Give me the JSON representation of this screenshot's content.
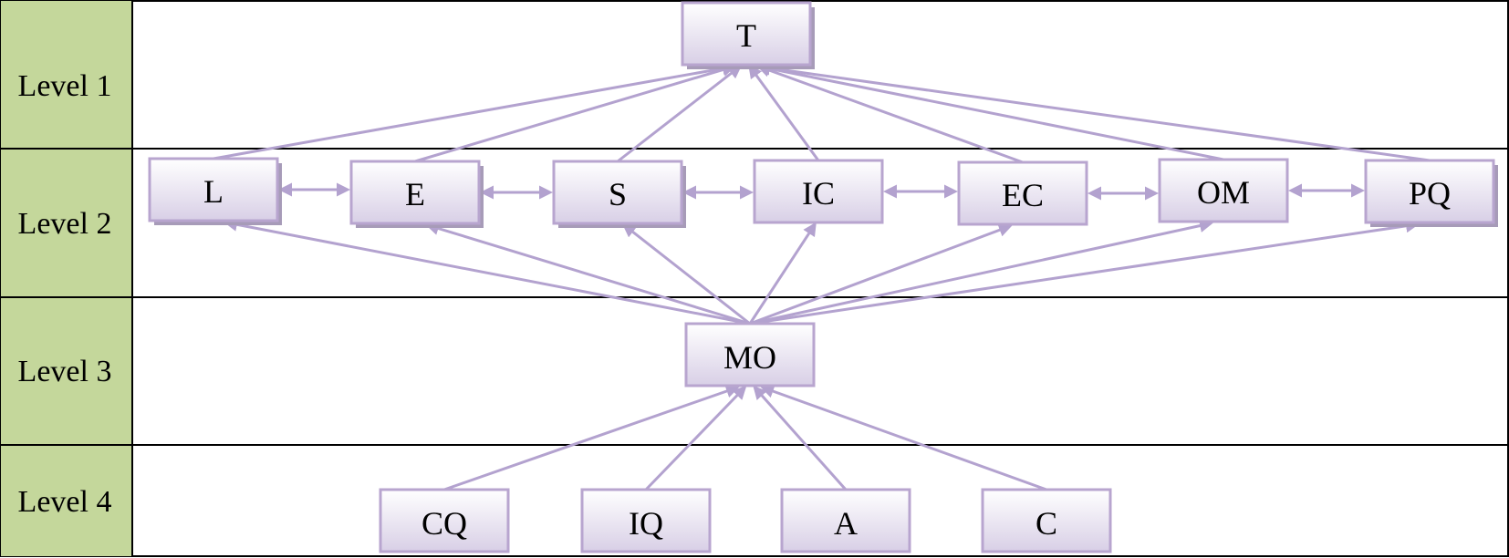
{
  "levels": [
    {
      "id": "level1",
      "label": "Level 1"
    },
    {
      "id": "level2",
      "label": "Level 2"
    },
    {
      "id": "level3",
      "label": "Level 3"
    },
    {
      "id": "level4",
      "label": "Level 4"
    }
  ],
  "nodes": {
    "T": "T",
    "L": "L",
    "E": "E",
    "S": "S",
    "IC": "IC",
    "EC": "EC",
    "OM": "OM",
    "PQ": "PQ",
    "MO": "MO",
    "CQ": "CQ",
    "IQ": "IQ",
    "A": "A",
    "C": "C"
  },
  "edges": [
    {
      "from": "L",
      "to": "T",
      "type": "arrow"
    },
    {
      "from": "E",
      "to": "T",
      "type": "arrow"
    },
    {
      "from": "S",
      "to": "T",
      "type": "arrow"
    },
    {
      "from": "IC",
      "to": "T",
      "type": "arrow"
    },
    {
      "from": "EC",
      "to": "T",
      "type": "arrow"
    },
    {
      "from": "OM",
      "to": "T",
      "type": "arrow"
    },
    {
      "from": "PQ",
      "to": "T",
      "type": "arrow"
    },
    {
      "from": "L",
      "to": "E",
      "type": "double"
    },
    {
      "from": "E",
      "to": "S",
      "type": "double"
    },
    {
      "from": "S",
      "to": "IC",
      "type": "double"
    },
    {
      "from": "IC",
      "to": "EC",
      "type": "double"
    },
    {
      "from": "EC",
      "to": "OM",
      "type": "double"
    },
    {
      "from": "OM",
      "to": "PQ",
      "type": "double"
    },
    {
      "from": "MO",
      "to": "L",
      "type": "arrow"
    },
    {
      "from": "MO",
      "to": "E",
      "type": "arrow"
    },
    {
      "from": "MO",
      "to": "S",
      "type": "arrow"
    },
    {
      "from": "MO",
      "to": "IC",
      "type": "arrow"
    },
    {
      "from": "MO",
      "to": "EC",
      "type": "arrow"
    },
    {
      "from": "MO",
      "to": "OM",
      "type": "arrow"
    },
    {
      "from": "MO",
      "to": "PQ",
      "type": "arrow"
    },
    {
      "from": "CQ",
      "to": "MO",
      "type": "arrow"
    },
    {
      "from": "IQ",
      "to": "MO",
      "type": "arrow"
    },
    {
      "from": "A",
      "to": "MO",
      "type": "arrow"
    },
    {
      "from": "C",
      "to": "MO",
      "type": "arrow"
    }
  ],
  "colors": {
    "level_band": "#c4d79b",
    "node_border": "#b8a5cf",
    "node_fill_top": "#ffffff",
    "node_fill_bottom": "#d8cfe6",
    "node_shadow": "#a79bb8",
    "edge": "#b3a2cf",
    "grid_line": "#000000"
  }
}
